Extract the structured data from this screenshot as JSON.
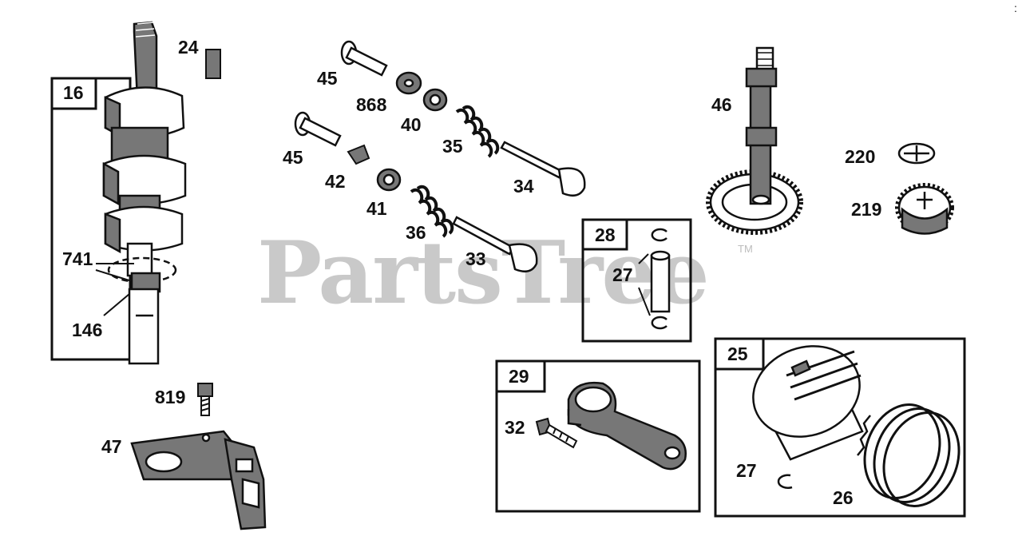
{
  "watermark": {
    "text": "PartsTree",
    "tm": "TM"
  },
  "corner_mark": ":",
  "boxes": [
    {
      "id": "box-16",
      "number": "16"
    },
    {
      "id": "box-28",
      "number": "28"
    },
    {
      "id": "box-29",
      "number": "29"
    },
    {
      "id": "box-25",
      "number": "25"
    }
  ],
  "callouts": {
    "p24": "24",
    "p741": "741",
    "p146": "146",
    "p819": "819",
    "p47": "47",
    "p45a": "45",
    "p868": "868",
    "p40": "40",
    "p35": "35",
    "p34": "34",
    "p45b": "45",
    "p42": "42",
    "p41": "41",
    "p36": "36",
    "p33": "33",
    "p27a": "27",
    "p32": "32",
    "p27b": "27",
    "p26": "26",
    "p46": "46",
    "p220": "220",
    "p219": "219"
  }
}
